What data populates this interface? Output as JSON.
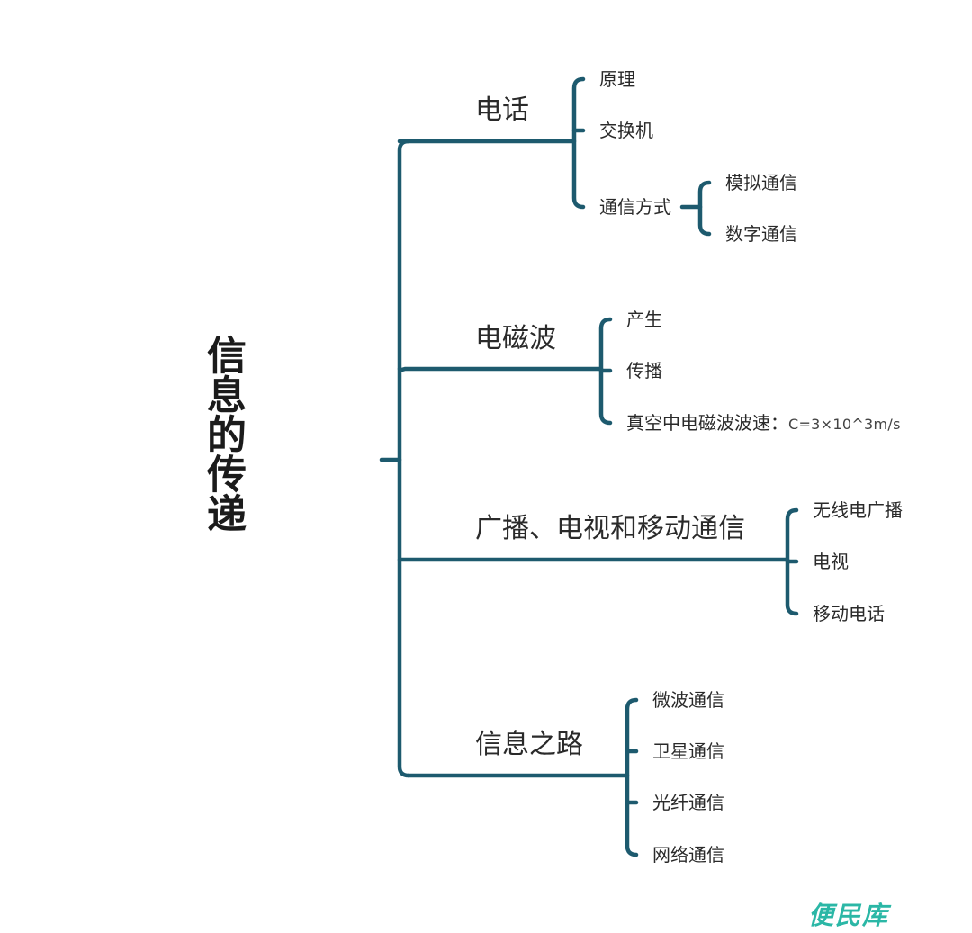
{
  "colors": {
    "line": "#1d5a6e",
    "text": "#2a2a2a",
    "watermark": "#2bb7a6"
  },
  "root": {
    "title": "信息的传递"
  },
  "branches": [
    {
      "label": "电话",
      "children": [
        {
          "label": "原理"
        },
        {
          "label": "交换机"
        },
        {
          "label": "通信方式",
          "children": [
            {
              "label": "模拟通信"
            },
            {
              "label": "数字通信"
            }
          ]
        }
      ]
    },
    {
      "label": "电磁波",
      "children": [
        {
          "label": "产生"
        },
        {
          "label": "传播"
        },
        {
          "label": "真空中电磁波波速：",
          "formula": "C=3×10^3m/s"
        }
      ]
    },
    {
      "label": "广播、电视和移动通信",
      "children": [
        {
          "label": "无线电广播"
        },
        {
          "label": "电视"
        },
        {
          "label": "移动电话"
        }
      ]
    },
    {
      "label": "信息之路",
      "children": [
        {
          "label": "微波通信"
        },
        {
          "label": "卫星通信"
        },
        {
          "label": "光纤通信"
        },
        {
          "label": "网络通信"
        }
      ]
    }
  ],
  "watermark": {
    "text": "便民库"
  }
}
